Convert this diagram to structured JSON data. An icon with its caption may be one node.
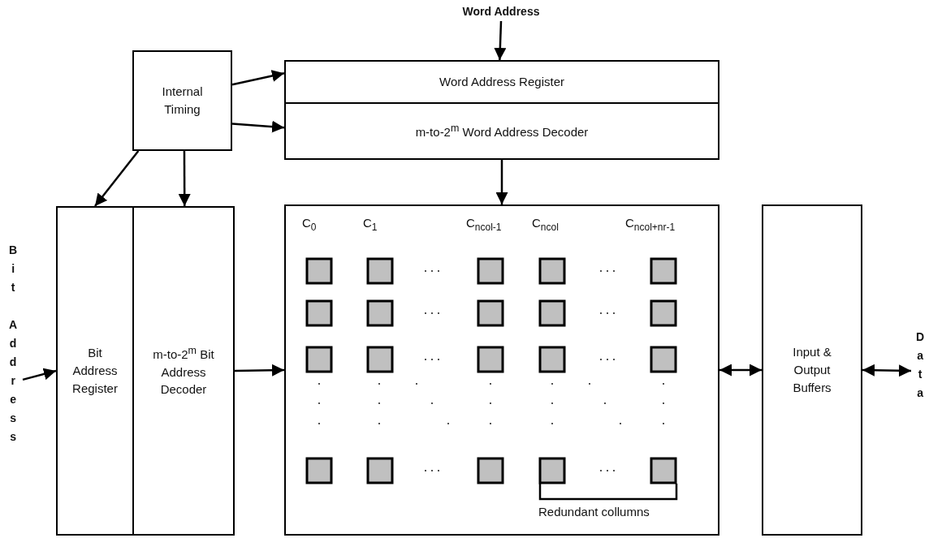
{
  "diagram": {
    "nodes": [
      {
        "text": [
          "Word Address"
        ]
      },
      {
        "text": [
          "Internal Timing"
        ]
      },
      {
        "text": [
          "Word Address Register"
        ]
      },
      {
        "text": [
          "m-to-2$^{m}$ Word Address Decoder"
        ]
      },
      {
        "text": [
          "Bit Address"
        ]
      },
      {
        "text": [
          "Bit Address Register"
        ]
      },
      {
        "text": [
          "m-to-2$^{m}$ Bit Address Decoder"
        ]
      },
      {
        "text": [],
        "shape": "box"
      },
      {
        "text": [
          "Input & Output Buffers"
        ]
      },
      {
        "text": [
          "Data"
        ]
      }
    ],
    "edges": [
      {
        "from": 0,
        "to": 2,
        "arrow": "to"
      },
      {
        "from": 1,
        "to": 2,
        "arrow": "to"
      },
      {
        "from": 1,
        "to": 3,
        "arrow": "to"
      },
      {
        "from": 1,
        "to": 5,
        "arrow": "to"
      },
      {
        "from": 1,
        "to": 6,
        "arrow": "to"
      },
      {
        "from": 3,
        "to": 7,
        "arrow": "to"
      },
      {
        "from": 4,
        "to": 5,
        "arrow": "to"
      },
      {
        "from": 6,
        "to": 7,
        "arrow": "to"
      },
      {
        "from": 7,
        "to": 8,
        "arrow": "both"
      },
      {
        "from": 8,
        "to": 9,
        "arrow": "both"
      }
    ],
    "labels": [
      "C$_{0}$",
      "C$_{1}$",
      "C$_{ncol-1}$",
      "C$_{ncol}$",
      "C$_{ncol+nr-1}$",
      "Redundant collumns"
    ]
  }
}
